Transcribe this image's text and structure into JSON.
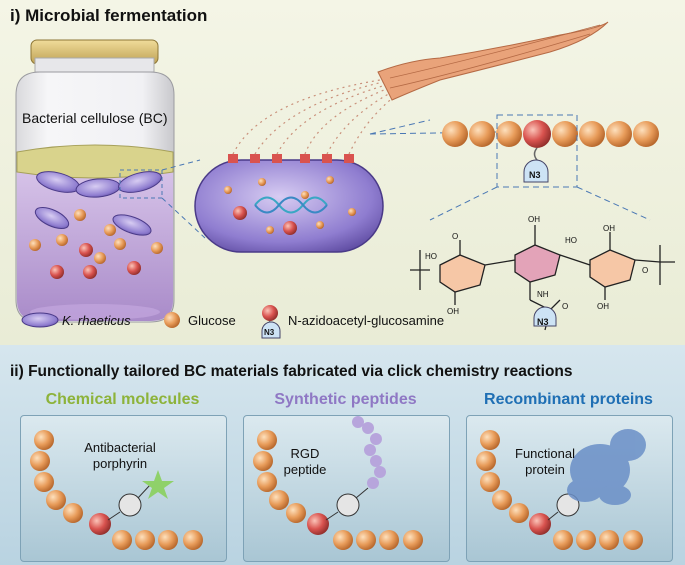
{
  "section_i": {
    "title": "i) Microbial fermentation"
  },
  "jar": {
    "label": "Bacterial cellulose (BC)"
  },
  "azide_label": "N3",
  "legend": {
    "bacterium": "K. rhaeticus",
    "glucose": "Glucose",
    "azido_sugar": "N-azidoacetyl-glucosamine"
  },
  "structure": {
    "oh": "OH",
    "ho": "HO",
    "nh": "NH",
    "o": "O",
    "n3": "N3"
  },
  "section_ii": {
    "title": "ii) Functionally tailored BC materials fabricated via click chemistry reactions"
  },
  "panels": [
    {
      "title": "Chemical molecules",
      "color": "#8db33a",
      "cargo_label_1": "Antibacterial",
      "cargo_label_2": "porphyrin"
    },
    {
      "title": "Synthetic peptides",
      "color": "#8f78c4",
      "cargo_label_1": "RGD",
      "cargo_label_2": "peptide"
    },
    {
      "title": "Recombinant proteins",
      "color": "#1f6fb4",
      "cargo_label_1": "Functional",
      "cargo_label_2": "protein"
    }
  ],
  "colors": {
    "glucose": "#e89c5a",
    "azido_sugar": "#d9534f",
    "bacterium": "#8a6fc2",
    "star": "#8fd16a",
    "peptide": "#b7a5dc",
    "protein": "#6a8fc7"
  }
}
